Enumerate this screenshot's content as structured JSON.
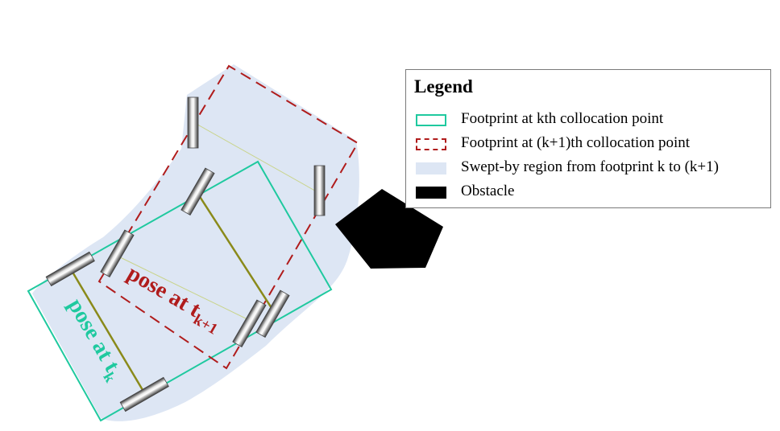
{
  "legend": {
    "title": "Legend",
    "items": [
      {
        "id": "green",
        "label": "Footprint at kth collocation point"
      },
      {
        "id": "red",
        "label": "Footprint at (k+1)th collocation point"
      },
      {
        "id": "blue",
        "label": "Swept-by region from footprint k to (k+1)"
      },
      {
        "id": "black",
        "label": "Obstacle"
      }
    ]
  },
  "labels": {
    "pose_k": "pose at t",
    "pose_k_sub": "k",
    "pose_k1": "pose at t",
    "pose_k1_sub": "k+1"
  },
  "colors": {
    "footprint_k": "#1fc99f",
    "footprint_k1": "#b01c1c",
    "swept_region": "#dde6f4",
    "obstacle": "#000000",
    "axle": "#8a8a1a"
  }
}
